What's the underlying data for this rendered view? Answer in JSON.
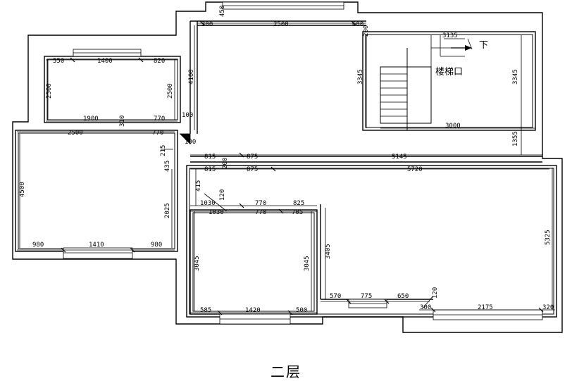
{
  "floor_title": "二层",
  "stair_label": "楼梯口",
  "down_label": "下",
  "dimensions": {
    "top_450": "450",
    "top_300": "300",
    "top_2500": "2500",
    "top_600": "600",
    "top_200": "200",
    "stair_3135": "3135",
    "stair_3345_l": "3345",
    "stair_3345_r": "3345",
    "stair_3000": "3000",
    "stair_1355": "1355",
    "ul_550": "550",
    "ul_1400": "1400",
    "ul_820": "820",
    "ul_2500_l": "2500",
    "ul_2500_r": "2500",
    "ul_1900": "1900",
    "ul_770": "770",
    "ul_310": "310",
    "ul_100": "100",
    "c_4100": "4100",
    "l_2500": "2500",
    "l_770": "770",
    "l_100": "100",
    "l_4500": "4500",
    "l_2025": "2025",
    "l_980a": "980",
    "l_1410": "1410",
    "l_980b": "980",
    "l_215": "215",
    "l_435": "435",
    "h_815a": "815",
    "h_875a": "875",
    "h_5145": "5145",
    "h_815b": "815",
    "h_875b": "875",
    "h_5720": "5720",
    "h_200": "200",
    "h_415": "415",
    "bl_1030a": "1030",
    "bl_770a": "770",
    "bl_825": "825",
    "bl_1030b": "1030",
    "bl_770b": "770",
    "bl_705": "705",
    "bl_120": "120",
    "bl_3045a": "3045",
    "bl_3045b": "3045",
    "bl_3405": "3405",
    "bl_585": "585",
    "bl_1420": "1420",
    "bl_500": "500",
    "br_570": "570",
    "br_775": "775",
    "br_650": "650",
    "br_300": "300",
    "br_2175": "2175",
    "br_320": "320",
    "br_120": "120",
    "br_5325": "5325"
  }
}
